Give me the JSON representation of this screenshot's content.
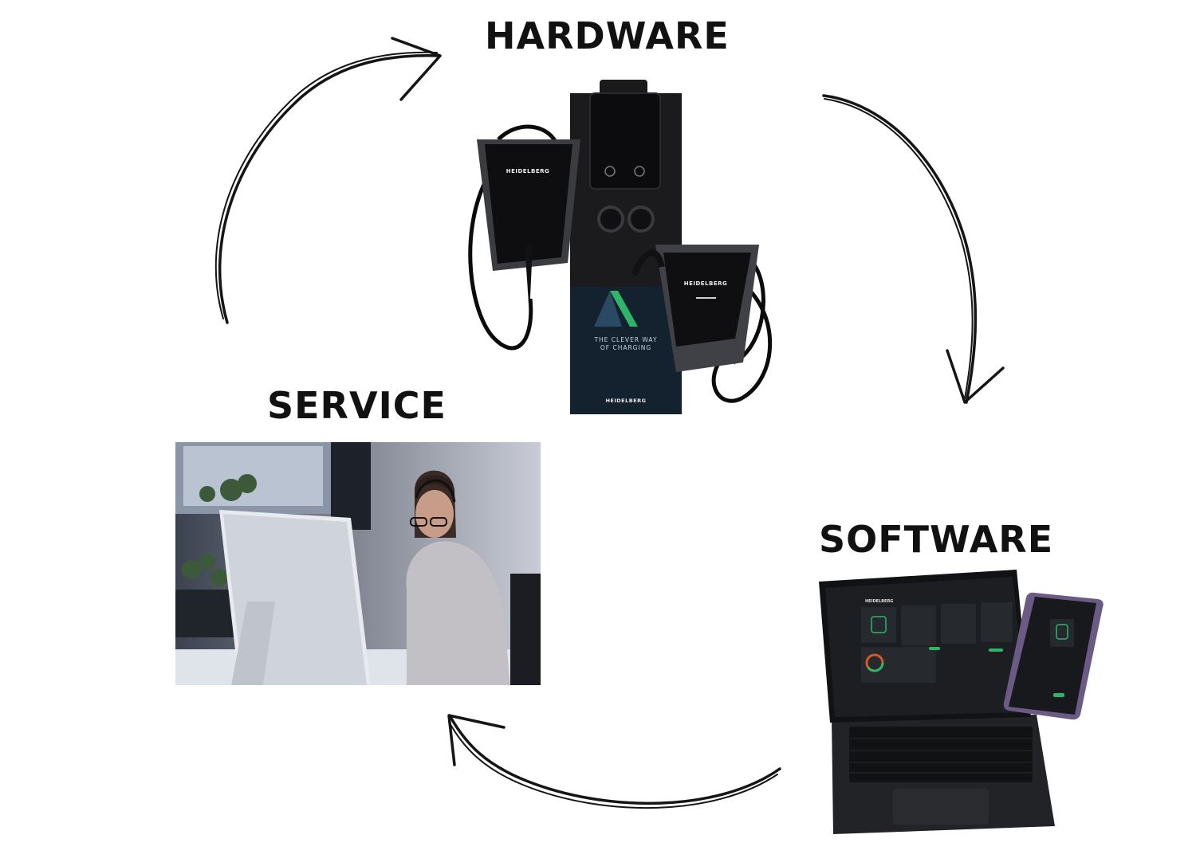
{
  "nodes": {
    "hardware": {
      "label": "HARDWARE"
    },
    "software": {
      "label": "SOFTWARE"
    },
    "service": {
      "label": "SERVICE"
    }
  },
  "brand": {
    "logo_text": "HEIDELBERG",
    "pillar_slogan_1": "THE CLEVER WAY",
    "pillar_slogan_2": "OF CHARGING"
  },
  "edges": [
    {
      "from": "hardware",
      "to": "software",
      "icon": "hand-drawn-arrow"
    },
    {
      "from": "software",
      "to": "service",
      "icon": "hand-drawn-arrow"
    },
    {
      "from": "service",
      "to": "hardware",
      "icon": "hand-drawn-arrow"
    }
  ],
  "colors": {
    "text": "#111111",
    "arrow": "#151515",
    "accent": "#2fb56a"
  }
}
